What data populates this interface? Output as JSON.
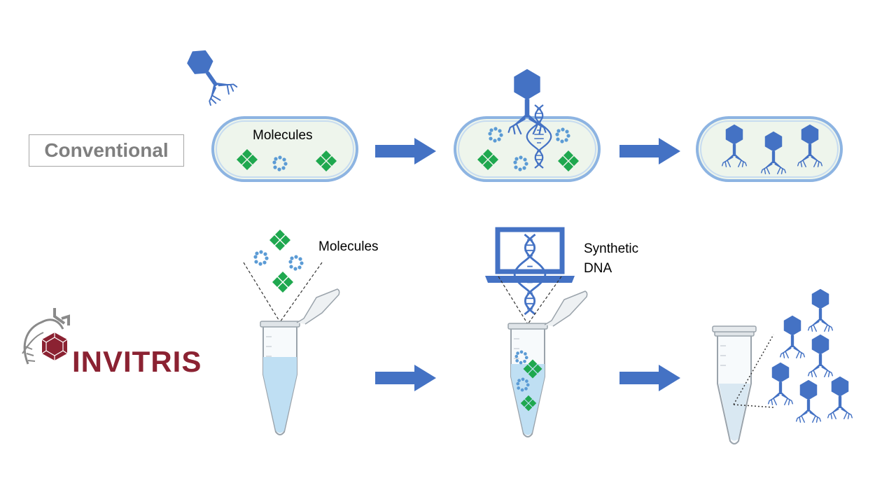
{
  "conventional": {
    "label": "Conventional",
    "molecules_label": "Molecules"
  },
  "invitris": {
    "brand": "INVITRIS",
    "molecules_label": "Molecules",
    "synthetic_label_line1": "Synthetic",
    "synthetic_label_line2": "DNA"
  },
  "colors": {
    "phage_blue": "#4472c4",
    "molecule_green": "#1fa84f",
    "dot_blue": "#5b9bd5",
    "cell_fill": "#eef5ec",
    "cell_border": "#8db4e2",
    "arrow_blue": "#4472c4",
    "brand_red": "#8b2232",
    "liquid_blue": "#bfdff3"
  },
  "icons": [
    "bacteriophage-icon",
    "bacterial-cell-icon",
    "molecule-cluster-icon",
    "dna-helix-icon",
    "laptop-icon",
    "microtube-icon",
    "process-arrow-icon",
    "invitris-logo-icon"
  ]
}
